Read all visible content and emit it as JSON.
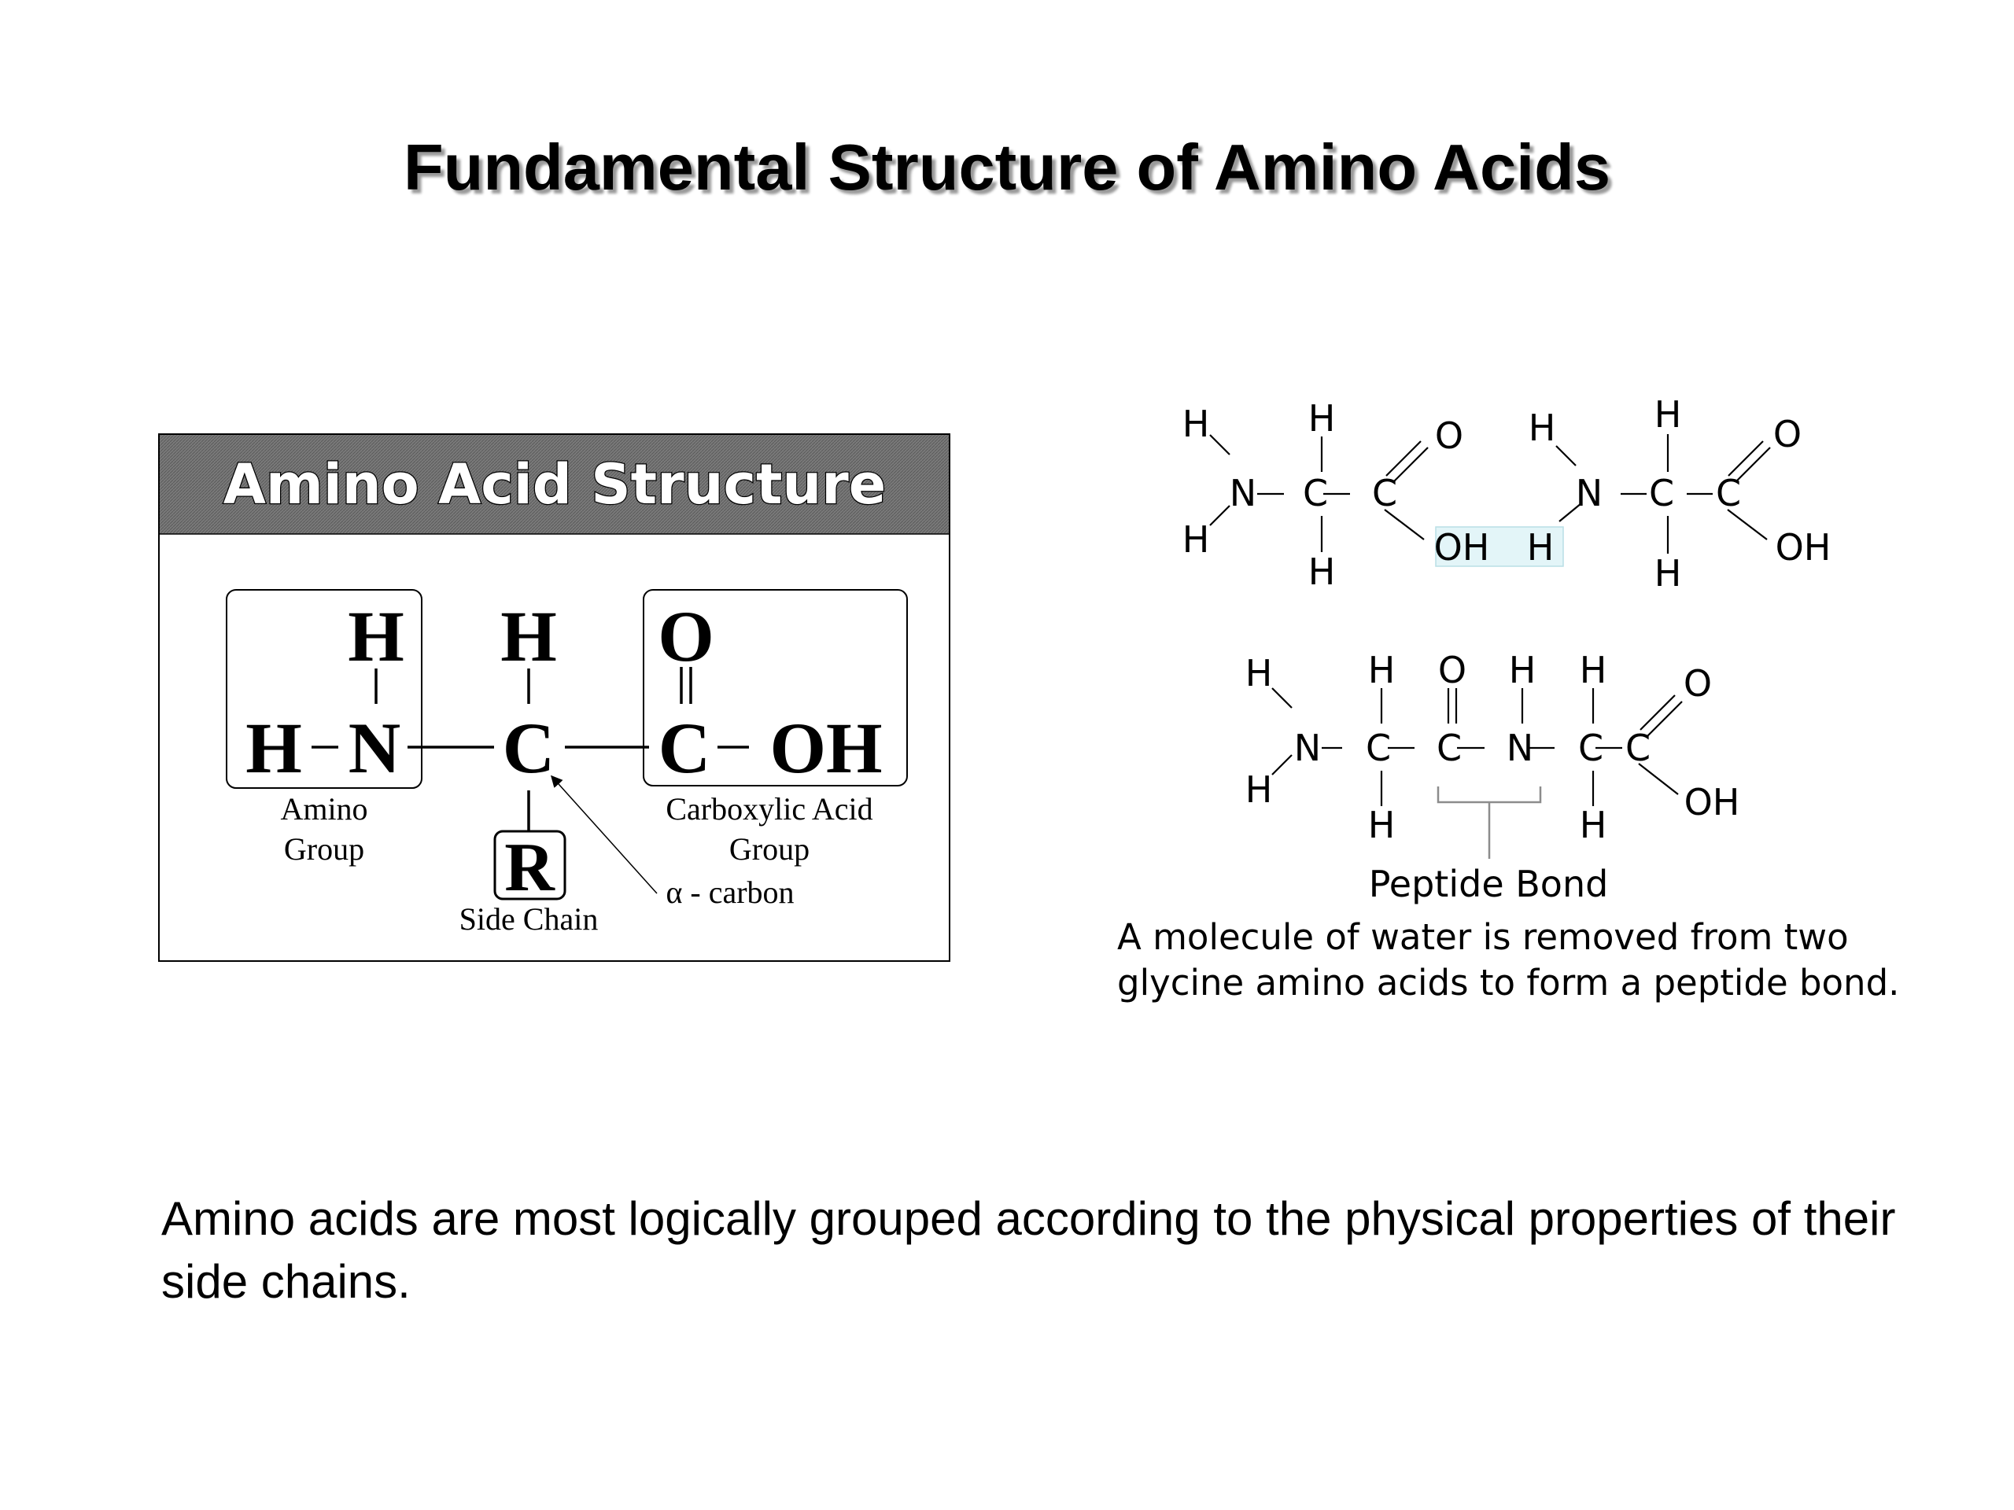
{
  "slide": {
    "title": "Fundamental Structure of Amino Acids",
    "body_text": "Amino acids are most logically grouped according to the physical properties of their side chains."
  },
  "amino_acid_diagram": {
    "header": "Amino Acid Structure",
    "atom_H": "H",
    "atom_N": "N",
    "atom_C": "C",
    "atom_O": "O",
    "atom_R": "R",
    "atom_OH": "OH",
    "amino_group_line1": "Amino",
    "amino_group_line2": "Group",
    "carboxyl_group_line1": "Carboxylic Acid",
    "carboxyl_group_line2": "Group",
    "side_chain_label": "Side Chain",
    "alpha_carbon_label": "α - carbon"
  },
  "peptide_diagram": {
    "atom_H": "H",
    "atom_N": "N",
    "atom_C": "C",
    "atom_O": "O",
    "atom_OH": "OH",
    "bond_label": "Peptide Bond",
    "caption_line1": "A molecule of water is removed from two",
    "caption_line2": "glycine amino acids to form a peptide bond."
  },
  "colors": {
    "header_band": "#7a7a7a",
    "water_highlight": "#e3f5f8",
    "bracket": "#8c8c8c"
  }
}
